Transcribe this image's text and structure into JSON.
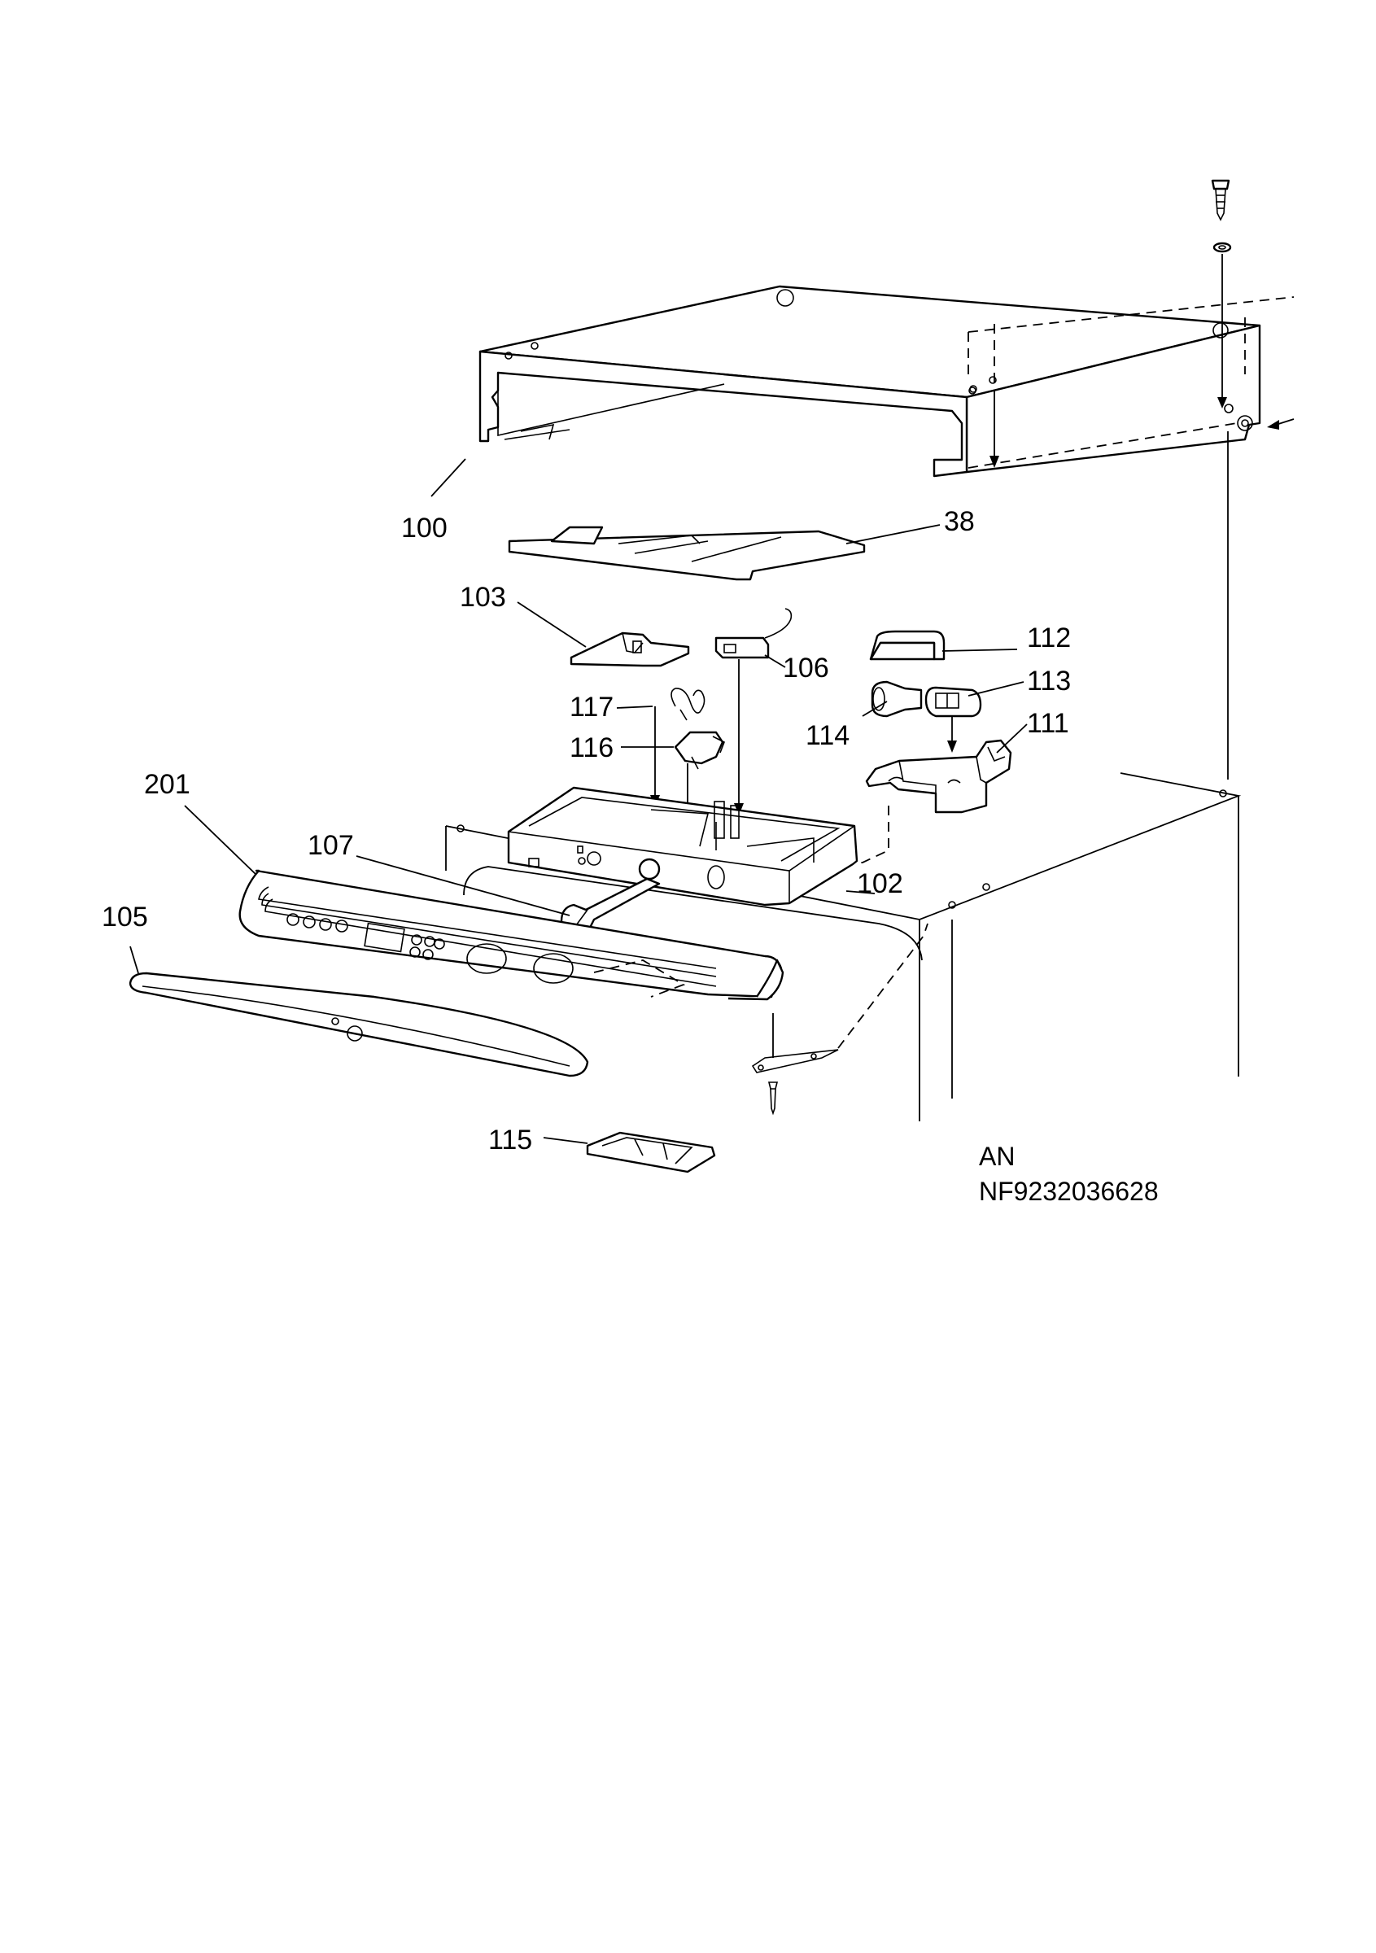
{
  "callouts": {
    "c38": "38",
    "c100": "100",
    "c102": "102",
    "c103": "103",
    "c105": "105",
    "c106": "106",
    "c107": "107",
    "c111": "111",
    "c112": "112",
    "c113": "113",
    "c114": "114",
    "c115": "115",
    "c116": "116",
    "c117": "117",
    "c201": "201"
  },
  "footer": {
    "line1": "AN",
    "line2": "NF9232036628"
  }
}
